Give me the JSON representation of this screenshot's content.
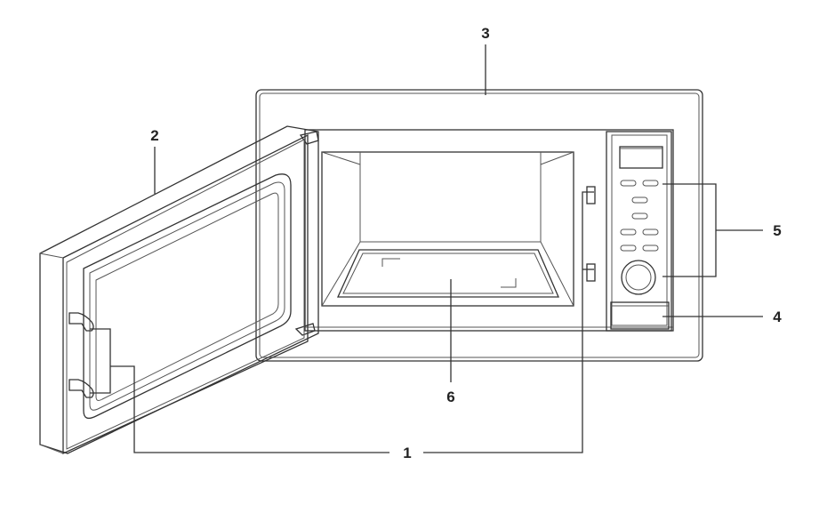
{
  "callouts": [
    {
      "id": "1",
      "label": "1"
    },
    {
      "id": "2",
      "label": "2"
    },
    {
      "id": "3",
      "label": "3"
    },
    {
      "id": "4",
      "label": "4"
    },
    {
      "id": "5",
      "label": "5"
    },
    {
      "id": "6",
      "label": "6"
    }
  ],
  "colors": {
    "line": "#333333",
    "text": "#222222",
    "background": "#ffffff"
  }
}
